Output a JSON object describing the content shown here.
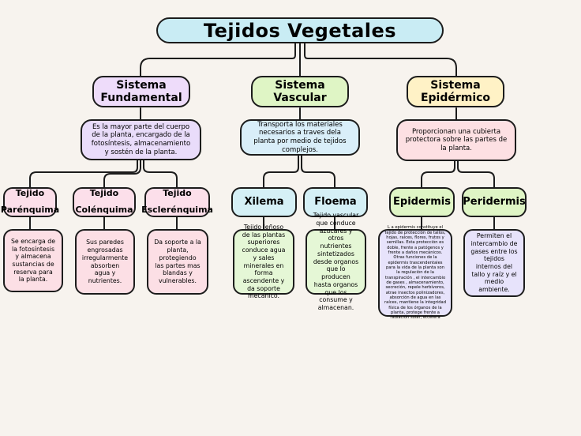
{
  "title": "Tejidos Vegetales",
  "sistema_fundamental": {
    "label": "Sistema Fundamental",
    "description": "Es la mayor parte del cuerpo de la planta, encargado de la fotosíntesis, almacenamiento y sostén de la planta.",
    "tissues": [
      {
        "label_line1": "Tejido",
        "label_line2": "Parénquima",
        "description": "Se encarga de la fotosíntesis y almacena sustancias de reserva para la planta."
      },
      {
        "label_line1": "Tejido",
        "label_line2": "Colénquima",
        "description": "Sus paredes engrosadas irregularmente absorben agua y nutrientes."
      },
      {
        "label_line1": "Tejido",
        "label_line2": "Esclerénquima",
        "description": "Da soporte a la planta, protegiendo las partes mas blandas y vulnerables."
      }
    ]
  },
  "sistema_vascular": {
    "label": "Sistema Vascular",
    "description": "Transporta los materiales necesarios a traves dela planta por medio de tejidos complejos.",
    "tissues": [
      {
        "label": "Xilema",
        "description": "Tejido leñoso de las plantas superiores conduce agua y sales minerales  en forma ascendente y da soporte mecanico."
      },
      {
        "label": "Floema",
        "description": "Tejido vascular que conduce azucares y otros nutrientes sintetizados desde organos que lo producen hasta organos que los consume y almacenan."
      }
    ]
  },
  "sistema_epidermico": {
    "label": "Sistema Epidérmico",
    "description": "Proporcionan una cubierta protectora sobre las partes de la planta.",
    "tissues": [
      {
        "label": "Epidermis",
        "description": "L a epidermis constituye el tejido de protección de tallos, hojas, raíces, flores, frutos y semillas. Esta protección  es doble, frente a patógenos y frente a daños mecánicos. Otras funciones de la epidermis trascendentales para la vida de la planta son la regulación de la  transpiración , el intercambio de gases , almacenamiento, secreción, repele herbívoros, atrae insectos polinizadores, absorción de agua en las raíces, mantiene la integridad física de los órganos de la planta, protege frente a radiación solar, etcétera"
      },
      {
        "label": "Peridermis",
        "description": "Permiten el intercambio de gases  entre los tejidos internos del tallo y raíz y el medio ambiente."
      }
    ]
  },
  "colors": {
    "title_fill": "#c9ecf4",
    "fundamental_fill": "#eedcfa",
    "vascular_fill": "#dff5c5",
    "epidermico_fill": "#fff2c6",
    "fundamental_desc_fill": "#e9dcfa",
    "vascular_desc_fill": "#d9eef9",
    "epidermico_desc_fill": "#fde0e3",
    "tissue_pink": "#fcdfea",
    "tissue_blue": "#d5f0f6",
    "tissue_green": "#dff5c5",
    "leaf_pink": "#fcdfe5",
    "leaf_green": "#e5f7d6",
    "leaf_lavender": "#e7e3fb",
    "line": "#1c1c1c"
  }
}
